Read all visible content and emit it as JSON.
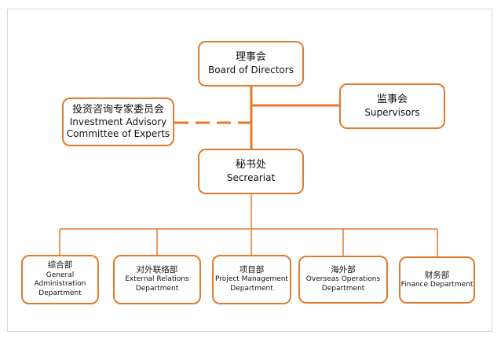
{
  "accent_color": "#e5792a",
  "nodes": {
    "board": {
      "zh": "理事会",
      "en": "Board of Directors"
    },
    "supervisors": {
      "zh": "监事会",
      "en": "Supervisors"
    },
    "advisory": {
      "zh": "投资咨询专家委员会",
      "en_line1": "Investment Advisory",
      "en_line2": "Committee of Experts"
    },
    "secretariat": {
      "zh": "秘书处",
      "en": "Secreariat"
    }
  },
  "departments": {
    "general": {
      "zh": "综合部",
      "en_line1": "General",
      "en_line2": "Administration",
      "en_line3": "Department"
    },
    "external": {
      "zh": "对外联络部",
      "en_line1": "External Relations",
      "en_line2": "Department"
    },
    "project": {
      "zh": "项目部",
      "en_line1": "Project Management",
      "en_line2": "Department"
    },
    "overseas": {
      "zh": "海外部",
      "en_line1": "Overseas Operations",
      "en_line2": "Department"
    },
    "finance": {
      "zh": "财务部",
      "en": "Finance Department"
    }
  }
}
